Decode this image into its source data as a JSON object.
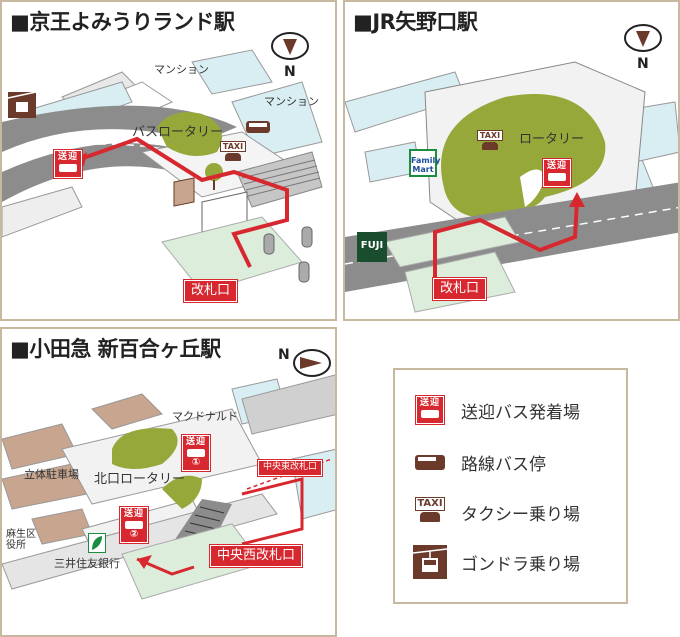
{
  "panels": {
    "keio": {
      "title": "■京王よみうりランド駅",
      "north": "N",
      "labels": {
        "mansion1": "マンション",
        "mansion2": "マンション",
        "bus_rotary": "バスロータリー"
      },
      "stop_kanji": "送迎",
      "taxi": "TAXI",
      "gate": "改札口"
    },
    "yano": {
      "title": "■JR矢野口駅",
      "north": "N",
      "labels": {
        "rotary": "ロータリー"
      },
      "stop_kanji": "送迎",
      "taxi": "TAXI",
      "familymart": "Family Mart",
      "fuji": "FUJI",
      "gate": "改札口"
    },
    "odakyu": {
      "title": "■小田急 新百合ヶ丘駅",
      "north": "N",
      "labels": {
        "mcdonalds": "マクドナルド",
        "parking": "立体駐車場",
        "north_rotary": "北口ロータリー",
        "asao_office": "麻生区役所",
        "smbc": "三井住友銀行"
      },
      "stop1": {
        "kanji": "送迎",
        "num": "①"
      },
      "stop2": {
        "kanji": "送迎",
        "num": "②"
      },
      "gate_east": "中央東改札口",
      "gate_west": "中央西改札口"
    }
  },
  "legend": [
    {
      "icon": "pickup-bus-stop-icon",
      "label": "送迎バス発着場"
    },
    {
      "icon": "route-bus-icon",
      "label": "路線バス停"
    },
    {
      "icon": "taxi-icon",
      "label": "タクシー乗り場"
    },
    {
      "icon": "gondola-icon",
      "label": "ゴンドラ乗り場"
    }
  ],
  "legend_taxi": "TAXI",
  "legend_stop_kanji": "送迎",
  "colors": {
    "route": "#d7282f",
    "frame": "#c8b89f",
    "green": "#97a83a",
    "road": "#8c8c8c",
    "ground_blue": "#d9eef3",
    "ground_green": "#dceedb",
    "building": "#c8a58e",
    "icon_brown": "#6b3a2a"
  }
}
